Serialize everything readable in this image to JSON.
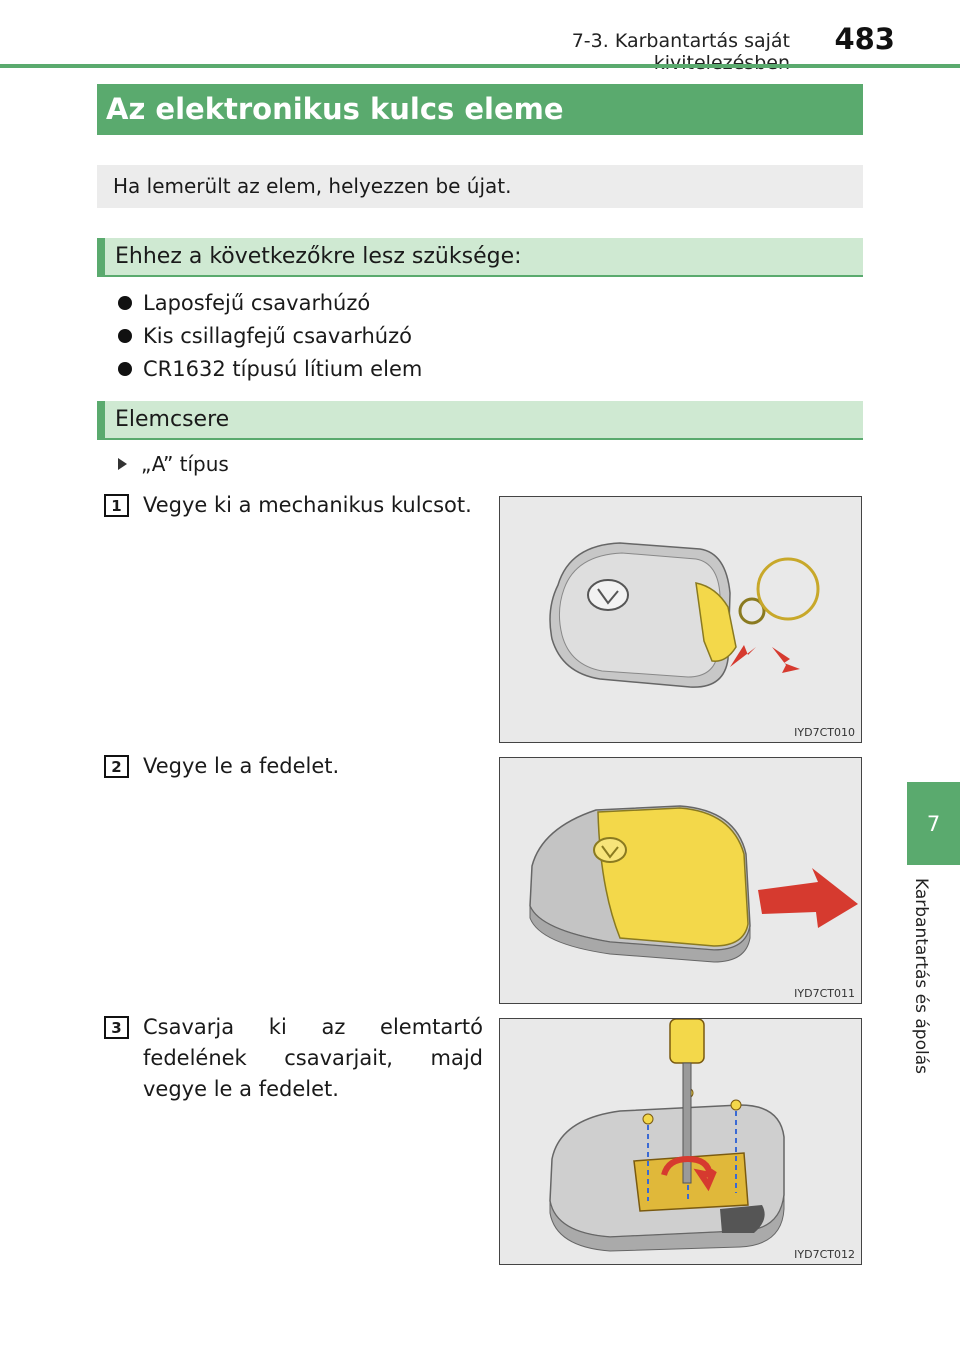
{
  "header": {
    "running_title": "7-3. Karbantartás saját kivitelezésben",
    "page_number": "483"
  },
  "side_tab": {
    "chapter_number": "7",
    "chapter_title": "Karbantartás és ápolás"
  },
  "section": {
    "title": "Az elektronikus kulcs eleme",
    "intro": "Ha lemerült az elem, helyezzen be újat."
  },
  "requirements": {
    "heading": "Ehhez a következőkre lesz szüksége:",
    "items": [
      "Laposfejű csavarhúzó",
      "Kis csillagfejű csavarhúzó",
      "CR1632 típusú lítium elem"
    ]
  },
  "replacement": {
    "heading": "Elemcsere",
    "type_label": "„A” típus",
    "steps": [
      {
        "number": "1",
        "text": "Vegye ki a mechanikus kulcsot.",
        "figure_code": "IYD7CT010"
      },
      {
        "number": "2",
        "text": "Vegye le a fedelet.",
        "figure_code": "IYD7CT011"
      },
      {
        "number": "3",
        "text": "Csavarja ki az elemtartó fedelének csavarjait, majd vegye le a fedelet.",
        "figure_code": "IYD7CT012"
      }
    ]
  },
  "colors": {
    "accent_green": "#5aaa6e",
    "light_green": "#cfe9d2",
    "intro_gray": "#ececec",
    "key_yellow": "#f3d84a",
    "arrow_red": "#d63a2f"
  }
}
